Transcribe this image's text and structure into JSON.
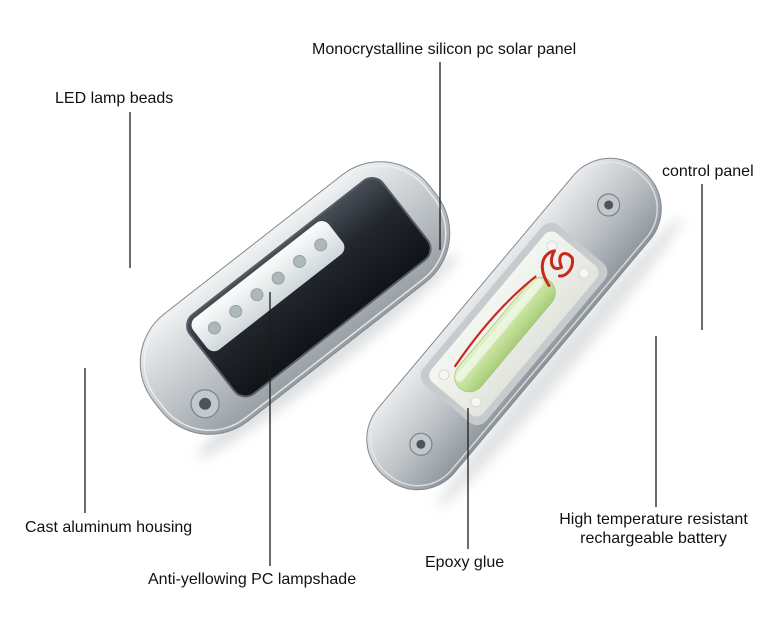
{
  "page": {
    "background": "#ffffff"
  },
  "labels": {
    "solar_panel": "Monocrystalline silicon pc solar panel",
    "led_beads": "LED lamp beads",
    "control_panel": "control panel",
    "housing": "Cast aluminum housing",
    "lampshade": "Anti-yellowing PC lampshade",
    "epoxy": "Epoxy glue",
    "battery": "High temperature resistant rechargeable battery"
  },
  "colors": {
    "leader_line": "#1c1c1c",
    "label_text": "#111111",
    "housing_silver": "#c3c8cc",
    "solar_panel_dark": "#1d2227",
    "lampshade_white": "#f4f6f6",
    "battery_green": "#c3e098",
    "wire_red": "#c8281c",
    "epoxy_white": "#eef0ec"
  }
}
